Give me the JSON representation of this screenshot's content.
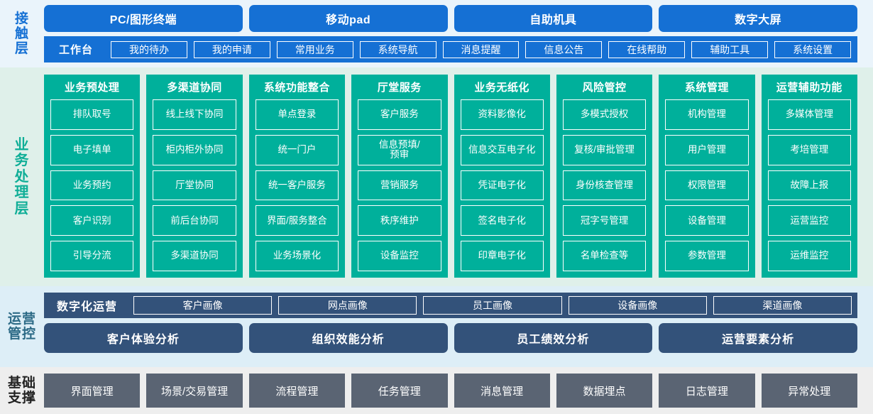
{
  "contact_layer": {
    "label": "接触层",
    "channels": [
      "PC/图形终端",
      "移动pad",
      "自助机具",
      "数字大屏"
    ],
    "workbench_title": "工作台",
    "workbench_items": [
      "我的待办",
      "我的申请",
      "常用业务",
      "系统导航",
      "消息提醒",
      "信息公告",
      "在线帮助",
      "辅助工具",
      "系统设置"
    ]
  },
  "business_layer": {
    "label": "业务处理层",
    "columns": [
      {
        "title": "业务预处理",
        "items": [
          "排队取号",
          "电子填单",
          "业务预约",
          "客户识别",
          "引导分流"
        ]
      },
      {
        "title": "多渠道协同",
        "items": [
          "线上线下协同",
          "柜内柜外协同",
          "厅堂协同",
          "前后台协同",
          "多渠道协同"
        ]
      },
      {
        "title": "系统功能整合",
        "items": [
          "单点登录",
          "统一门户",
          "统一客户服务",
          "界面/服务整合",
          "业务场景化"
        ]
      },
      {
        "title": "厅堂服务",
        "items": [
          "客户服务",
          "信息预填/\n预审",
          "营销服务",
          "秩序维护",
          "设备监控"
        ]
      },
      {
        "title": "业务无纸化",
        "items": [
          "资料影像化",
          "信息交互电子化",
          "凭证电子化",
          "签名电子化",
          "印章电子化"
        ]
      },
      {
        "title": "风险管控",
        "items": [
          "多模式授权",
          "复核/审批管理",
          "身份核查管理",
          "冠字号管理",
          "名单检查等"
        ]
      },
      {
        "title": "系统管理",
        "items": [
          "机构管理",
          "用户管理",
          "权限管理",
          "设备管理",
          "参数管理"
        ]
      },
      {
        "title": "运营辅助功能",
        "items": [
          "多媒体管理",
          "考培管理",
          "故障上报",
          "运营监控",
          "运维监控"
        ]
      }
    ]
  },
  "operations_layer": {
    "label": "运营管控",
    "digital_ops_title": "数字化运营",
    "portraits": [
      "客户画像",
      "网点画像",
      "员工画像",
      "设备画像",
      "渠道画像"
    ],
    "analyses": [
      "客户体验分析",
      "组织效能分析",
      "员工绩效分析",
      "运营要素分析"
    ]
  },
  "base_layer": {
    "label": "基础支撑",
    "items": [
      "界面管理",
      "场景/交易管理",
      "流程管理",
      "任务管理",
      "消息管理",
      "数据埋点",
      "日志管理",
      "异常处理"
    ]
  },
  "colors": {
    "contact_blue": "#1570d4",
    "contact_bg": "#eaf4fb",
    "business_teal": "#00b09b",
    "business_bg": "#dff0ea",
    "ops_navy": "#33527a",
    "ops_bg": "#ddeef7",
    "base_gray": "#5a6473",
    "base_bg": "#eeeeee"
  }
}
